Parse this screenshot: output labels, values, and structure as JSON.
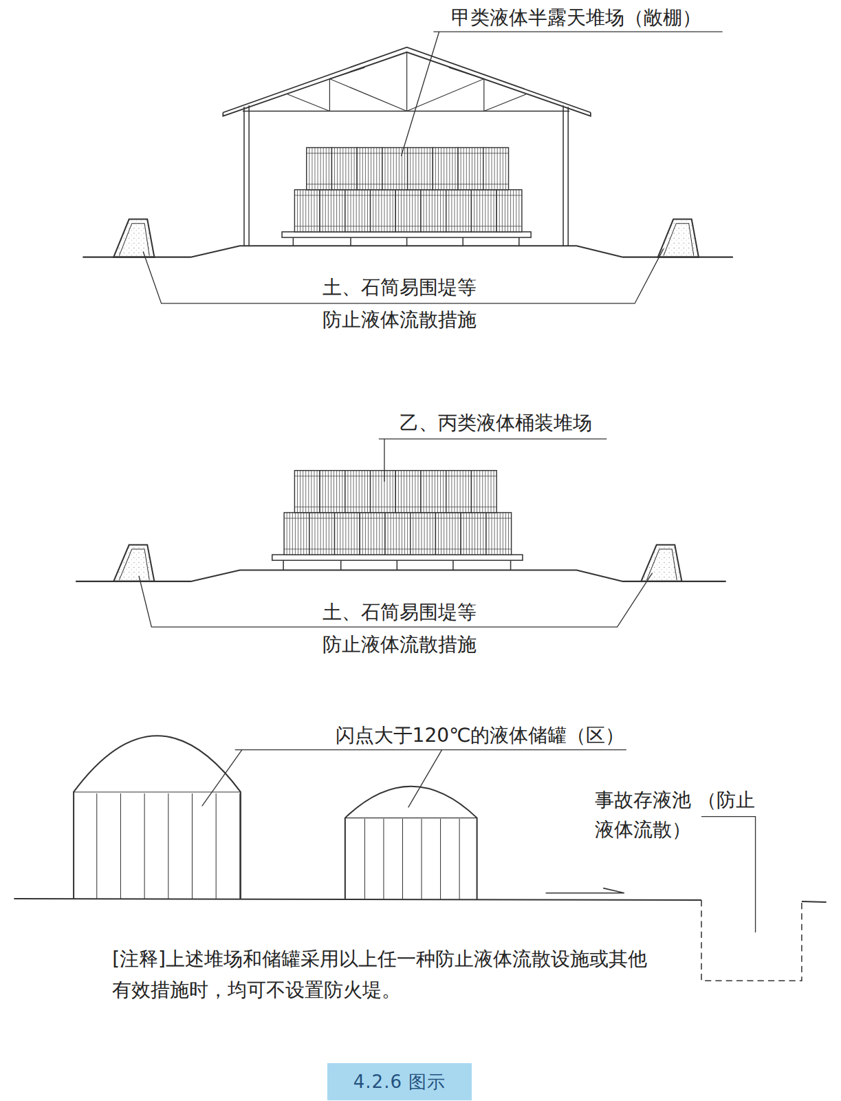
{
  "diagram": {
    "caption": "4.2.6 图示",
    "labels": [
      "甲类液体半露天堆场（敞棚）",
      "土、石简易围堤等 防止液体流散措施",
      "乙、丙类液体桶装堆场",
      "土、石简易围堤等 防止液体流散措施",
      "闪点大于120℃的液体储罐（区）",
      "事故存液池 （防止液体流散）",
      "[注释]上述堆场和储罐采用以上任一种防止液体流散设施或其他有效措施时，均可不设置防火堤。"
    ]
  }
}
